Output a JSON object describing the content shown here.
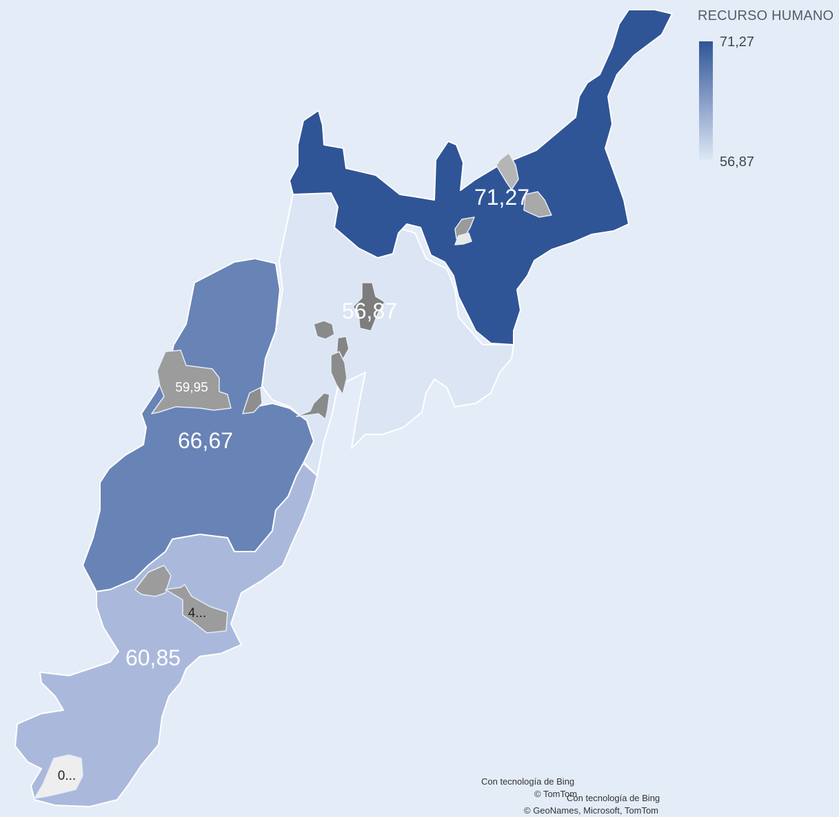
{
  "legend": {
    "title": "RECURSO HUMANO",
    "max_label": "71,27",
    "min_label": "56,87",
    "max_color": "#2f5597",
    "min_color": "#dee7f5"
  },
  "regions": [
    {
      "value": 71.27,
      "label": "71,27",
      "color": "#2f5597"
    },
    {
      "value": 56.87,
      "label": "56,87",
      "color": "#dbe5f4"
    },
    {
      "value": 66.67,
      "label": "66,67",
      "color": "#6883b6"
    },
    {
      "value": 60.85,
      "label": "60,85",
      "color": "#aab9db"
    }
  ],
  "municipality_labels": [
    "59,95",
    "4...",
    "0..."
  ],
  "credits": {
    "line1": "Con tecnología de Bing",
    "line2": "© TomTom",
    "line3": "Con tecnología de Bing",
    "line4": "© GeoNames, Microsoft, TomTom"
  }
}
